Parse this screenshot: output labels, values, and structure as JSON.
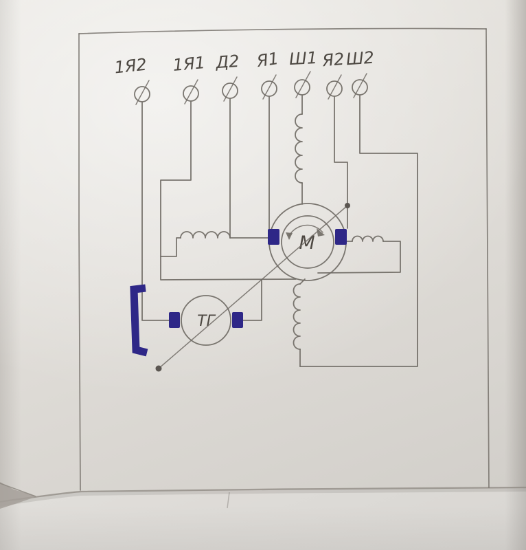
{
  "colors": {
    "pencil": "#6f6a64",
    "pencil_dark": "#4d4842",
    "ink_blue": "#2e2787",
    "paper": "#dfdcd7"
  },
  "terminals": [
    {
      "label": "1Я2"
    },
    {
      "label": "1Я1"
    },
    {
      "label": "Д2"
    },
    {
      "label": "Я1"
    },
    {
      "label": "Ш1"
    },
    {
      "label": "Я2"
    },
    {
      "label": "Ш2"
    }
  ],
  "motor": {
    "label": "М"
  },
  "tachogenerator": {
    "label": "ТГ"
  }
}
